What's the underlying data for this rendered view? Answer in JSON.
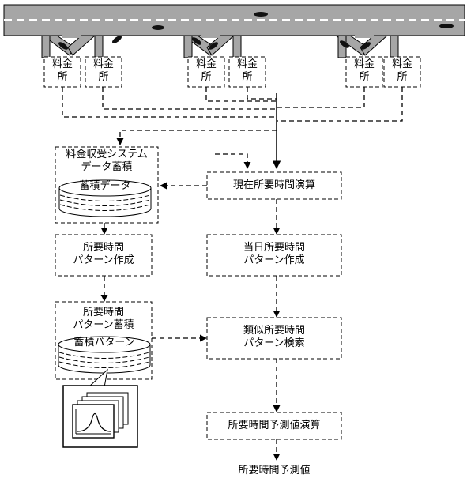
{
  "toll_booth": {
    "line1": "料金",
    "line2": "所"
  },
  "left_column": {
    "toll_system_box": {
      "line1": "料金収受システム",
      "line2": "データ蓄積"
    },
    "toll_data_db": "蓄積データ",
    "pattern_creation_box": {
      "line1": "所要時間",
      "line2": "パターン作成"
    },
    "pattern_storage_box": {
      "line1": "所要時間",
      "line2": "パターン蓄積"
    },
    "pattern_db": "蓄積パターン"
  },
  "right_column": {
    "current_calc_box": "現在所要時間演算",
    "today_pattern_box": {
      "line1": "当日所要時間",
      "line2": "パターン作成"
    },
    "similar_search_box": {
      "line1": "類似所要時間",
      "line2": "パターン検索"
    },
    "prediction_calc_box": "所要時間予測値演算"
  },
  "output_label": "所要時間予測値"
}
